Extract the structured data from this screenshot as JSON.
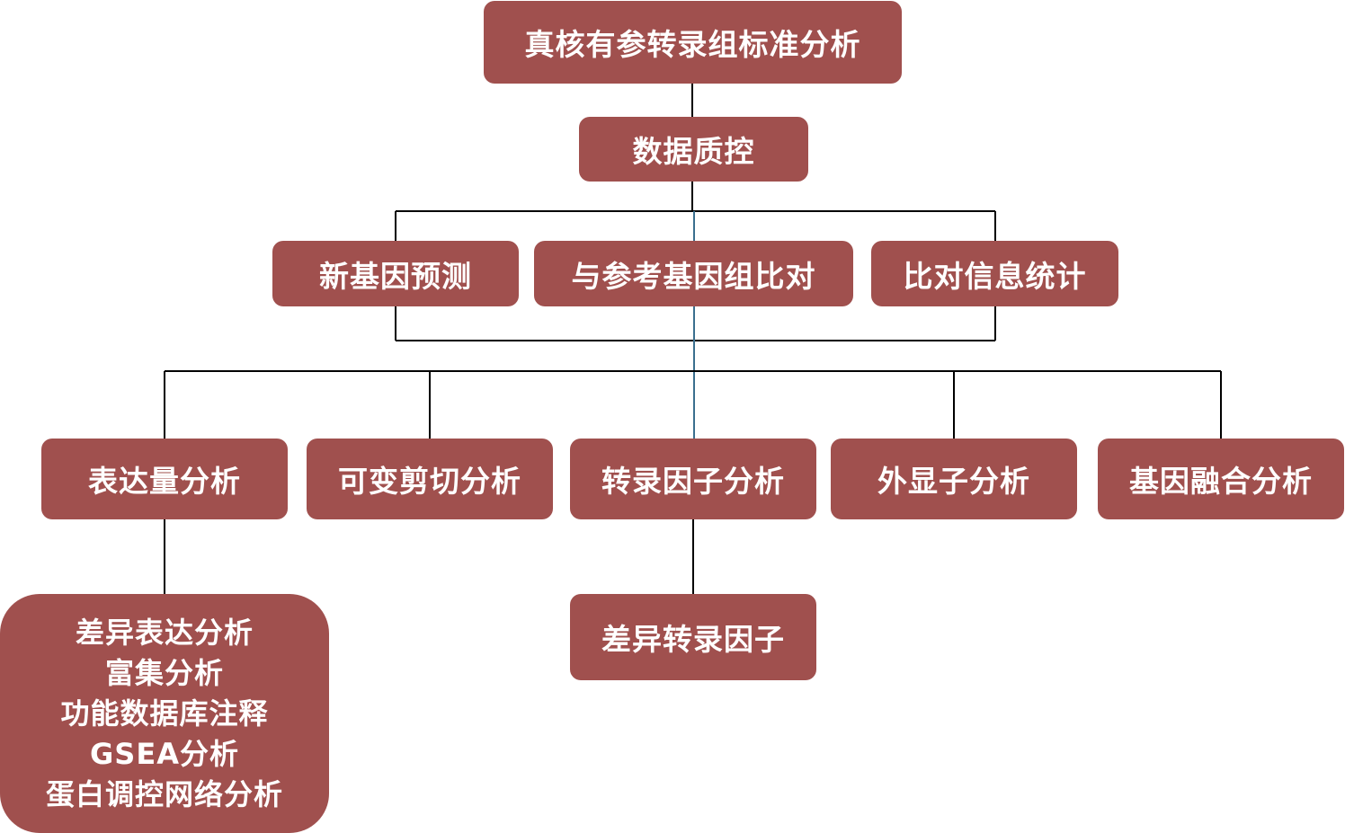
{
  "diagram": {
    "root": "真核有参转录组标准分析",
    "qc": "数据质控",
    "level2": [
      "新基因预测",
      "与参考基因组比对",
      "比对信息统计"
    ],
    "level3": [
      "表达量分析",
      "可变剪切分析",
      "转录因子分析",
      "外显子分析",
      "基因融合分析"
    ],
    "expression_detail": [
      "差异表达分析",
      "富集分析",
      "功能数据库注释",
      "GSEA分析",
      "蛋白调控网络分析"
    ],
    "tf_detail": "差异转录因子",
    "colors": {
      "box_fill": "#a0504e",
      "box_text": "#ffffff",
      "connector": "#000000",
      "center_connector": "#3a6f8f"
    }
  }
}
